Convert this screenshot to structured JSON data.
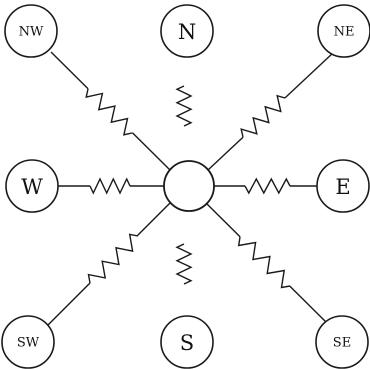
{
  "nodes": {
    "nw": "NW",
    "n": "N",
    "ne": "NE",
    "w": "W",
    "e": "E",
    "sw": "SW",
    "s": "S",
    "se": "SE"
  }
}
